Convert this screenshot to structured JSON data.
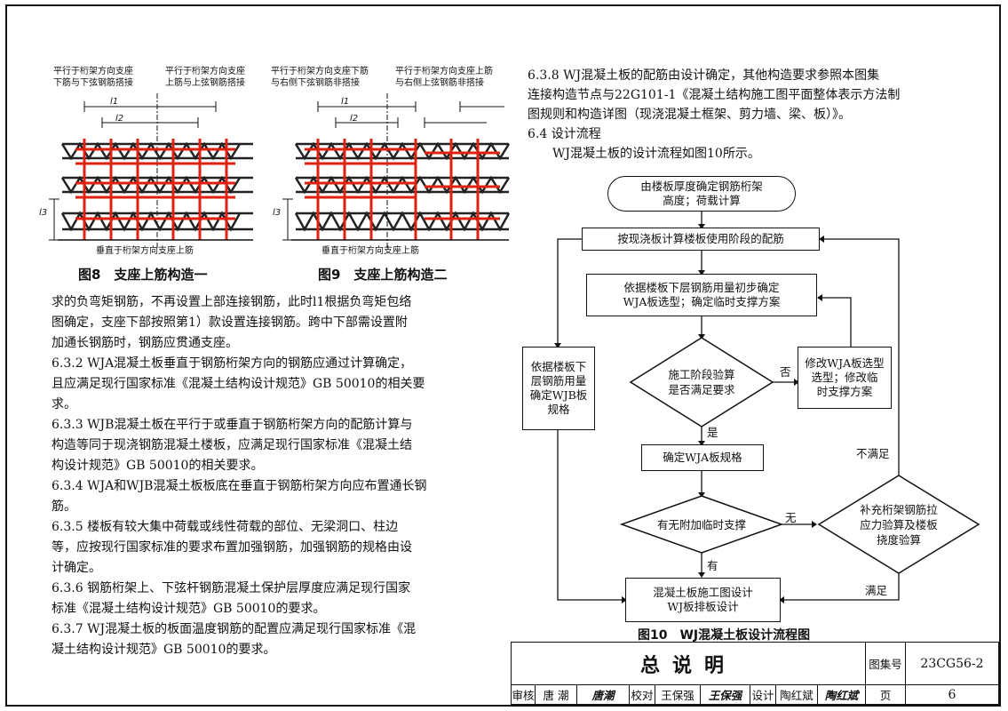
{
  "diagrams": {
    "fig8": {
      "label_left": [
        "平行于桁架方向支座",
        "下筋与下弦钢筋搭接"
      ],
      "label_right": [
        "平行于桁架方向支座",
        "上筋与上弦钢筋搭接"
      ],
      "dim_l1": "l1",
      "dim_l2": "l2",
      "dim_l3": "l3",
      "bottom_label": "垂直于桁架方向支座上筋",
      "caption": "图8　支座上筋构造一"
    },
    "fig9": {
      "label_left": [
        "平行于桁架方向支座下筋",
        "与右侧下弦钢筋非搭接"
      ],
      "label_right": [
        "平行于桁架方向支座上筋",
        "与右侧上弦钢筋非搭接"
      ],
      "dim_l1": "l1",
      "dim_l2": "l2",
      "dim_l3": "l3",
      "bottom_label": "垂直于桁架方向支座上筋",
      "caption": "图9　支座上筋构造二"
    },
    "colors": {
      "rebar": "#e02010",
      "truss": "#222222"
    }
  },
  "left_text": [
    "求的负弯矩钢筋，不再设置上部连接钢筋，此时l1根据负弯矩包络",
    "图确定，支座下部按照第1）款设置连接钢筋。跨中下部需设置附",
    "加通长钢筋时，钢筋应贯通支座。",
    "6.3.2 WJA混凝土板垂直于钢筋桁架方向的钢筋应通过计算确定，",
    "且应满足现行国家标准《混凝土结构设计规范》GB 50010的相关要",
    "求。",
    "6.3.3 WJB混凝土板在平行于或垂直于钢筋桁架方向的配筋计算与",
    "构造等同于现浇钢筋混凝土楼板，应满足现行国家标准《混凝土结",
    "构设计规范》GB 50010的相关要求。",
    "6.3.4 WJA和WJB混凝土板板底在垂直于钢筋桁架方向应布置通长钢",
    "筋。",
    "6.3.5 楼板有较大集中荷载或线性荷载的部位、无梁洞口、柱边",
    "等，应按现行国家标准的要求布置加强钢筋，加强钢筋的规格由设",
    "计确定。",
    "6.3.6 钢筋桁架上、下弦杆钢筋混凝土保护层厚度应满足现行国家",
    "标准《混凝土结构设计规范》GB 50010的要求。",
    "6.3.7 WJ混凝土板的板面温度钢筋的配置应满足现行国家标准《混",
    "凝土结构设计规范》GB 50010的要求。"
  ],
  "right_text": [
    "6.3.8 WJ混凝土板的配筋由设计确定，其他构造要求参照本图集",
    "连接构造节点与22G101-1《混凝土结构施工图平面整体表示方法制",
    "图规则和构造详图（现浇混凝土框架、剪力墙、梁、板）》。",
    "6.4 设计流程",
    "WJ混凝土板的设计流程如图10所示。"
  ],
  "flowchart": {
    "start": [
      "由楼板厚度确定钢筋桁架",
      "高度；荷载计算"
    ],
    "step1": "按现浇板计算楼板使用阶段的配筋",
    "step2": [
      "依据楼板下层钢筋用量初步确定",
      "WJA板选型；确定临时支撑方案"
    ],
    "left_box": [
      "依据楼板下",
      "层钢筋用量",
      "确定WJB板",
      "规格"
    ],
    "decision1": [
      "施工阶段验算",
      "是否满足要求"
    ],
    "modify": [
      "修改WJA板选型",
      "选型；修改临",
      "时支撑方案"
    ],
    "no1": "否",
    "yes1": "是",
    "step3": "确定WJA板规格",
    "decision2": "有无附加临时支撑",
    "none": "无",
    "has": "有",
    "decision3": [
      "补充桁架钢筋拉",
      "应力验算及楼板",
      "挠度验算"
    ],
    "not_satisfied": "不满足",
    "satisfied": "满足",
    "end": [
      "混凝土板施工图设计",
      "WJ板排板设计"
    ],
    "caption": "图10　WJ混凝土板设计流程图"
  },
  "title_block": {
    "title": "总说明",
    "atlas_label": "图集号",
    "atlas_no": "23CG56-2",
    "page_label": "页",
    "page_no": "6",
    "review_label": "审核",
    "reviewer": "唐 潮",
    "reviewer_sig": "唐潮",
    "check_label": "校对",
    "checker": "王保强",
    "checker_sig": "王保强",
    "design_label": "设计",
    "designer": "陶红斌",
    "designer_sig": "陶红斌"
  }
}
